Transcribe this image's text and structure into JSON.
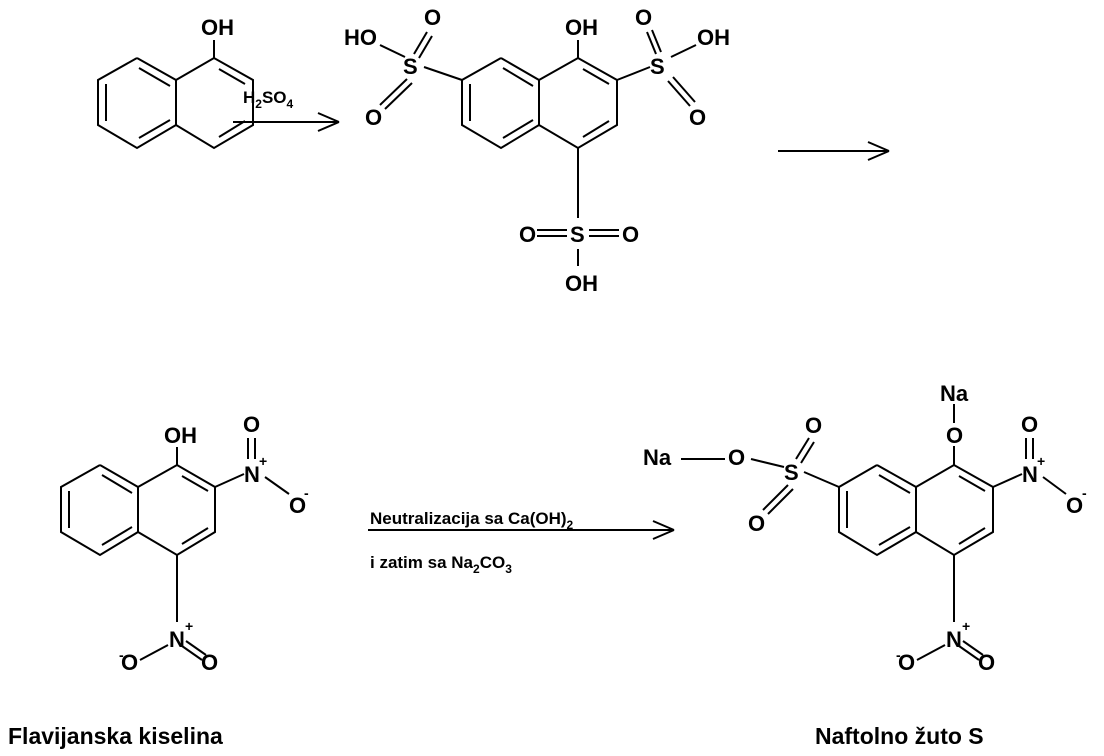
{
  "reagent_1": {
    "base": "H",
    "s1": "2",
    "mid": "SO",
    "s2": "4"
  },
  "step_2": {
    "line1_prefix": "Neutralizacija sa Ca(OH)",
    "line1_sub": "2",
    "line2_prefix": "i zatim sa Na",
    "line2_sub1": "2",
    "line2_mid": "CO",
    "line2_sub2": "3"
  },
  "atoms": {
    "OH": "OH",
    "HO": "HO",
    "O": "O",
    "S": "S",
    "N": "N",
    "Na": "Na",
    "plus": "+",
    "minus": "-"
  },
  "captions": {
    "left": "Flavijanska kiselina",
    "right": "Naftolno žuto S"
  }
}
